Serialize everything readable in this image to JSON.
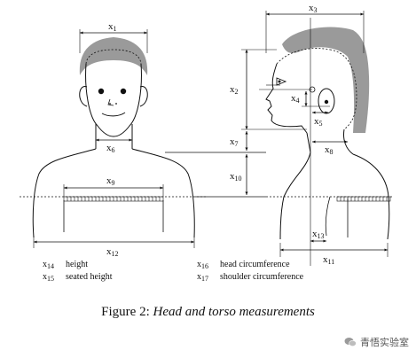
{
  "labels": {
    "x1": "x1",
    "x2": "x2",
    "x3": "x3",
    "x4": "x4",
    "x5": "x5",
    "x6": "x6",
    "x7": "x7",
    "x8": "x8",
    "x9": "x9",
    "x10": "x10",
    "x11": "x11",
    "x12": "x12",
    "x13": "x13"
  },
  "legend": [
    {
      "var": "x",
      "sub": "14",
      "text": "height"
    },
    {
      "var": "x",
      "sub": "15",
      "text": "seated height"
    },
    {
      "var": "x",
      "sub": "16",
      "text": "head circumference"
    },
    {
      "var": "x",
      "sub": "17",
      "text": "shoulder circumference"
    }
  ],
  "caption": {
    "prefix": "Figure 2: ",
    "title": "Head and torso measurements"
  },
  "watermark": {
    "text": "青悟实验室",
    "icon": "wechat-icon"
  }
}
